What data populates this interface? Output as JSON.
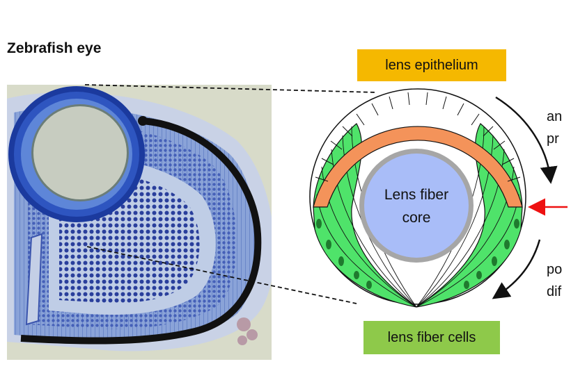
{
  "title": "Zebrafish eye",
  "labels": {
    "lens_epithelium": "lens epithelium",
    "lens_fiber_cells": "lens fiber cells",
    "core_line1": "Lens fiber",
    "core_line2": "core"
  },
  "side_text": {
    "top_line1": "an",
    "top_line2": "pr",
    "bottom_line1": "po",
    "bottom_line2": "dif"
  },
  "colors": {
    "epithelium_box": "#f5b800",
    "fiber_box": "#8ec94a",
    "epithelium_cells": "#f4935a",
    "fiber_cells": "#4fe36a",
    "core_fill": "#a9bdf8",
    "core_ring": "#a6a6a6",
    "nuclei": "#1f7a2e",
    "red_arrow": "#ee1111"
  }
}
